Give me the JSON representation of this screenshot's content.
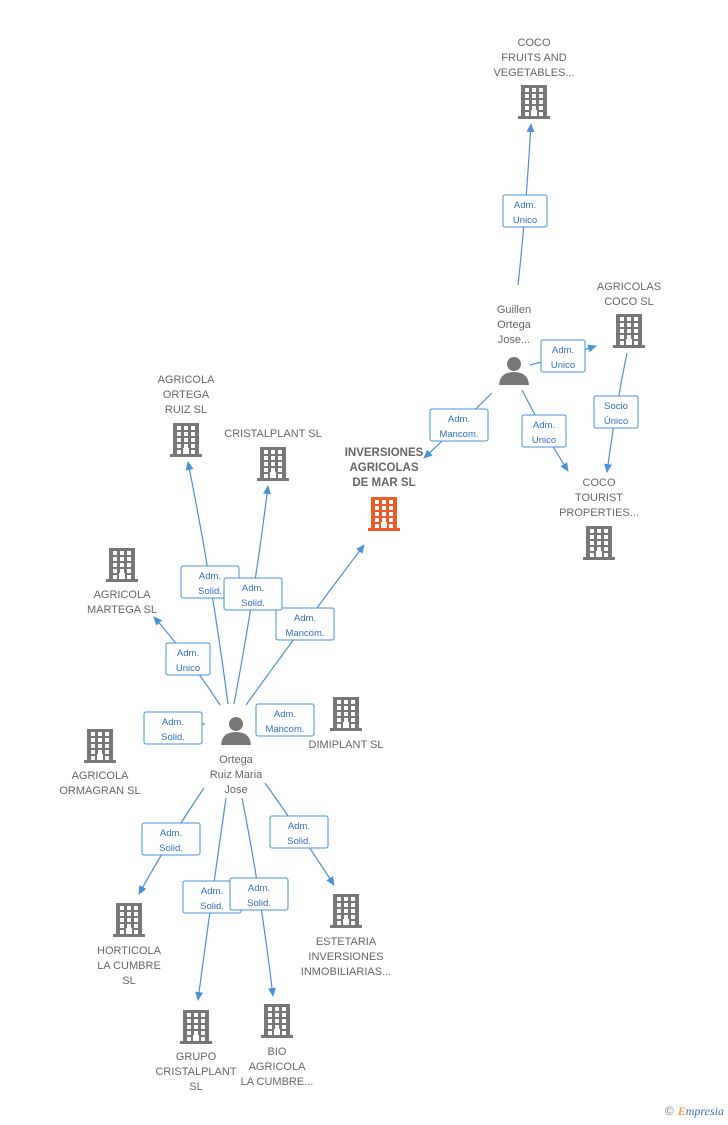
{
  "nodes": {
    "coco_fruits": {
      "type": "company",
      "lines": [
        "COCO",
        "FRUITS AND",
        "VEGETABLES..."
      ]
    },
    "agricolas_coco": {
      "type": "company",
      "lines": [
        "AGRICOLAS",
        "COCO  SL"
      ]
    },
    "coco_tourist": {
      "type": "company",
      "lines": [
        "COCO",
        "TOURIST",
        "PROPERTIES..."
      ]
    },
    "guillen": {
      "type": "person",
      "lines": [
        "Guillen",
        "Ortega",
        "Jose..."
      ]
    },
    "inversiones": {
      "type": "company",
      "focus": true,
      "lines": [
        "INVERSIONES",
        "AGRICOLAS",
        "DE MAR  SL"
      ]
    },
    "agricola_ortega": {
      "type": "company",
      "lines": [
        "AGRICOLA",
        "ORTEGA",
        "RUIZ SL"
      ]
    },
    "cristalplant": {
      "type": "company",
      "lines": [
        "CRISTALPLANT SL"
      ]
    },
    "agricola_martega": {
      "type": "company",
      "lines": [
        "AGRICOLA",
        "MARTEGA  SL"
      ]
    },
    "dimiplant": {
      "type": "company",
      "lines": [
        "DIMIPLANT  SL"
      ]
    },
    "agricola_ormagran": {
      "type": "company",
      "lines": [
        "AGRICOLA",
        "ORMAGRAN SL"
      ]
    },
    "ortega": {
      "type": "person",
      "lines": [
        "Ortega",
        "Ruiz Maria",
        "Jose"
      ]
    },
    "horticola": {
      "type": "company",
      "lines": [
        "HORTICOLA",
        "LA CUMBRE",
        "SL"
      ]
    },
    "estetaria": {
      "type": "company",
      "lines": [
        "ESTETARIA",
        "INVERSIONES",
        "INMOBILIARIAS..."
      ]
    },
    "grupo_cristalplant": {
      "type": "company",
      "lines": [
        "GRUPO",
        "CRISTALPLANT",
        "SL"
      ]
    },
    "bio_agricola": {
      "type": "company",
      "lines": [
        "BIO",
        "AGRICOLA",
        "LA CUMBRE..."
      ]
    }
  },
  "edges": [
    {
      "from": "guillen",
      "to": "coco_fruits",
      "label": [
        "Adm.",
        "Unico"
      ]
    },
    {
      "from": "guillen",
      "to": "agricolas_coco",
      "label": [
        "Adm.",
        "Unico"
      ]
    },
    {
      "from": "agricolas_coco",
      "to": "coco_tourist",
      "label": [
        "Socio",
        "Único"
      ]
    },
    {
      "from": "guillen",
      "to": "coco_tourist",
      "label": [
        "Adm.",
        "Unico"
      ]
    },
    {
      "from": "guillen",
      "to": "inversiones",
      "label": [
        "Adm.",
        "Mancom."
      ]
    },
    {
      "from": "ortega",
      "to": "inversiones",
      "label": [
        "Adm.",
        "Mancom."
      ]
    },
    {
      "from": "ortega",
      "to": "agricola_ortega",
      "label": [
        "Adm.",
        "Solid."
      ]
    },
    {
      "from": "ortega",
      "to": "cristalplant",
      "label": [
        "Adm.",
        "Solid."
      ]
    },
    {
      "from": "ortega",
      "to": "agricola_martega",
      "label": [
        "Adm.",
        "Unico"
      ]
    },
    {
      "from": "ortega",
      "to": "agricola_ormagran",
      "label": [
        "Adm.",
        "Solid."
      ]
    },
    {
      "from": "ortega",
      "to": "dimiplant",
      "label": [
        "Adm.",
        "Mancom."
      ]
    },
    {
      "from": "ortega",
      "to": "horticola",
      "label": [
        "Adm.",
        "Solid."
      ]
    },
    {
      "from": "ortega",
      "to": "estetaria",
      "label": [
        "Adm.",
        "Solid."
      ]
    },
    {
      "from": "ortega",
      "to": "grupo_cristalplant",
      "label": [
        "Adm.",
        "Solid."
      ]
    },
    {
      "from": "ortega",
      "to": "bio_agricola",
      "label": [
        "Adm.",
        "Solid."
      ]
    }
  ],
  "colors": {
    "company": "#777777",
    "focus": "#f05a28",
    "person": "#777777",
    "edge": "#4a90d9"
  },
  "footer": {
    "copyright": "©",
    "brand_initial": "E",
    "brand_rest": "mpresia"
  }
}
